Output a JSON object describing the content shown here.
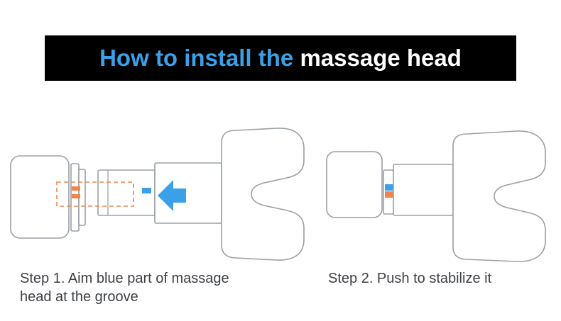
{
  "title": {
    "highlight": "How to install the ",
    "rest": "massage head"
  },
  "steps": [
    {
      "lines": [
        "Step 1. Aim blue part of massage",
        "head at the groove"
      ]
    },
    {
      "lines": [
        "Step 2. Push to stabilize it"
      ]
    }
  ],
  "colors": {
    "accent_blue": "#3aa0e8",
    "accent_orange": "#f0854b",
    "banner_bg": "#000000",
    "line": "#9aa0a6",
    "text": "#3d4044"
  }
}
